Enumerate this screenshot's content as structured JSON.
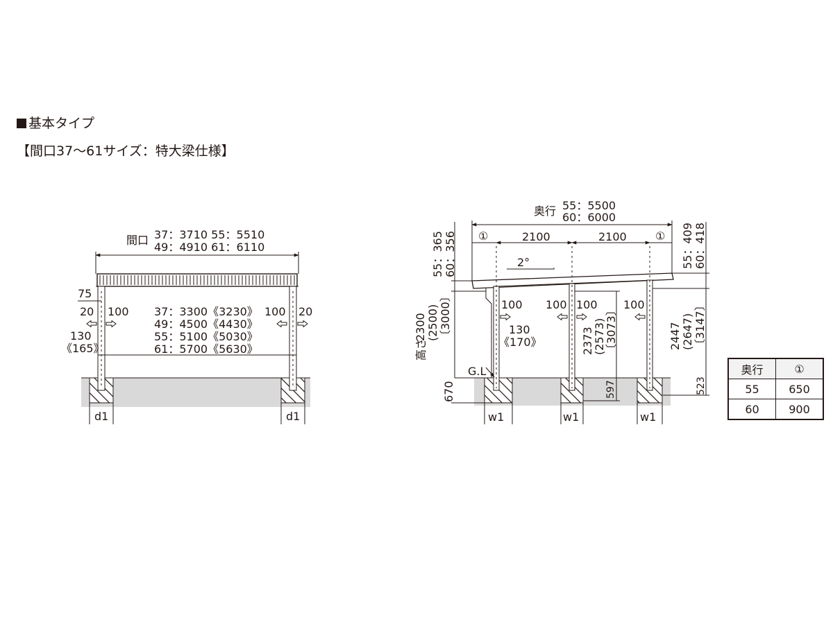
{
  "heading": {
    "label": "基本タイプ",
    "sub": "【間口37～61サイズ：特大梁仕様】"
  },
  "front": {
    "width_label": "間口",
    "width_rows": [
      "37：3710  55：5510",
      "49：4910  61：6110"
    ],
    "d75": "75",
    "d20": "20",
    "d100": "100",
    "d130": "130",
    "d165": "《165》",
    "inner": [
      "37：3300《3230》",
      "49：4500《4430》",
      "55：5100《5030》",
      "61：5700《5630》"
    ],
    "d1": "d1"
  },
  "side": {
    "depth_label": "奥行",
    "depth_rows": [
      "55：5500",
      "60：6000"
    ],
    "span": "2100",
    "circle": "①",
    "left_rise": [
      "55：365",
      "60：356"
    ],
    "right_rise": [
      "55：409",
      "60：418"
    ],
    "slope": "2°",
    "height_label": "高さ",
    "h_left": [
      "2300",
      "(2500)",
      "〔3000〕"
    ],
    "h_mid": [
      "2373",
      "(2573)",
      "〔3073〕"
    ],
    "h_right": [
      "2447",
      "(2647)",
      "〔3147〕"
    ],
    "d100": "100",
    "d130": "130",
    "d170": "《170》",
    "gl": "G.L",
    "d670": "670",
    "d597": "597",
    "d523": "523",
    "w1": "w1"
  },
  "table": {
    "header": [
      "奥行",
      "①"
    ],
    "rows": [
      [
        "55",
        "650"
      ],
      [
        "60",
        "900"
      ]
    ]
  }
}
